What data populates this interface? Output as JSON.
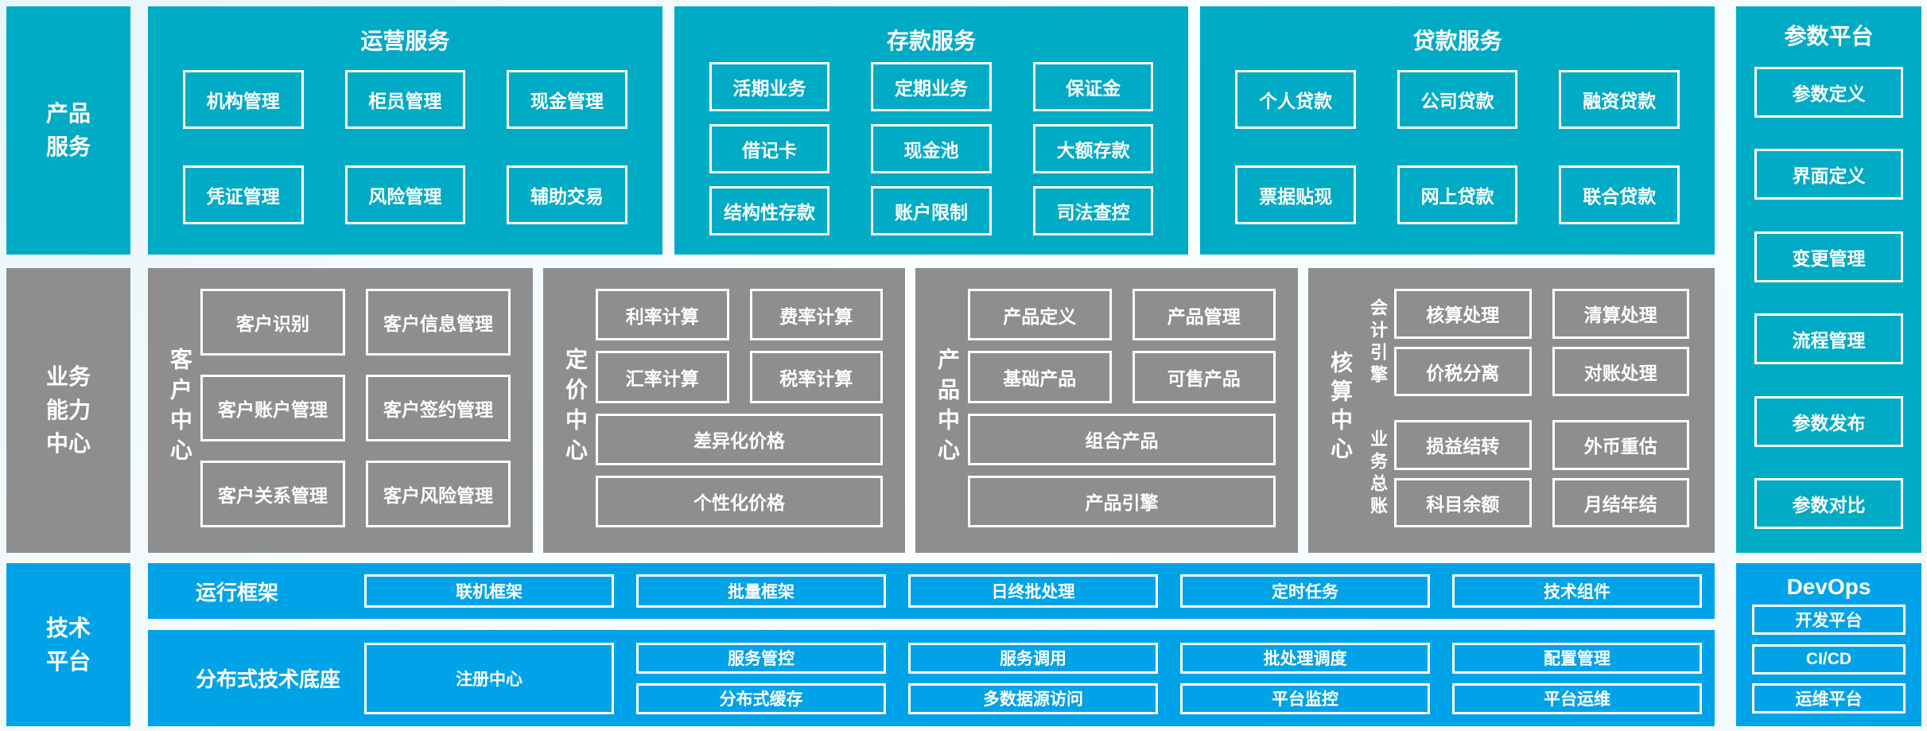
{
  "palette": {
    "teal": "#00ABC5",
    "gray": "#8E8E8E",
    "blue": "#00A3E8",
    "cell_border": "#FFFFFF",
    "text": "#FFFFFF"
  },
  "left_rails": {
    "products": "产品\n服务",
    "business": "业务\n能力\n中心",
    "tech": "技术\n平台"
  },
  "product_row": {
    "operations": {
      "title": "运营服务",
      "items": [
        "机构管理",
        "柜员管理",
        "现金管理",
        "凭证管理",
        "风险管理",
        "辅助交易"
      ]
    },
    "deposit": {
      "title": "存款服务",
      "items": [
        "活期业务",
        "定期业务",
        "保证金",
        "借记卡",
        "现金池",
        "大额存款",
        "结构性存款",
        "账户限制",
        "司法查控"
      ]
    },
    "loan": {
      "title": "贷款服务",
      "items": [
        "个人贷款",
        "公司贷款",
        "融资贷款",
        "票据贴现",
        "网上贷款",
        "联合贷款"
      ]
    }
  },
  "param_platform": {
    "title": "参数平台",
    "items": [
      "参数定义",
      "界面定义",
      "变更管理",
      "流程管理",
      "参数发布",
      "参数对比"
    ]
  },
  "business_row": {
    "customer": {
      "title": "客户中心",
      "items": [
        "客户识别",
        "客户信息管理",
        "客户账户管理",
        "客户签约管理",
        "客户关系管理",
        "客户风险管理"
      ]
    },
    "pricing": {
      "title": "定价中心",
      "items": [
        "利率计算",
        "费率计算",
        "汇率计算",
        "税率计算"
      ],
      "wide": [
        "差异化价格",
        "个性化价格"
      ]
    },
    "product": {
      "title": "产品中心",
      "items": [
        "产品定义",
        "产品管理",
        "基础产品",
        "可售产品"
      ],
      "wide": [
        "组合产品",
        "产品引擎"
      ]
    },
    "accounting": {
      "title": "核算中心",
      "groups": [
        {
          "label": "会计引擎",
          "items": [
            "核算处理",
            "清算处理",
            "价税分离",
            "对账处理"
          ]
        },
        {
          "label": "业务总账",
          "items": [
            "损益结转",
            "外币重估",
            "科目余额",
            "月结年结"
          ]
        }
      ]
    }
  },
  "tech_row": {
    "runtime": {
      "title": "运行框架",
      "items": [
        "联机框架",
        "批量框架",
        "日终批处理",
        "定时任务",
        "技术组件"
      ]
    },
    "distributed": {
      "title": "分布式技术底座",
      "registry": "注册中心",
      "row1": [
        "服务管控",
        "服务调用",
        "批处理调度",
        "配置管理"
      ],
      "row2": [
        "分布式缓存",
        "多数据源访问",
        "平台监控",
        "平台运维"
      ]
    },
    "devops": {
      "title": "DevOps",
      "items": [
        "开发平台",
        "CI/CD",
        "运维平台"
      ]
    }
  }
}
